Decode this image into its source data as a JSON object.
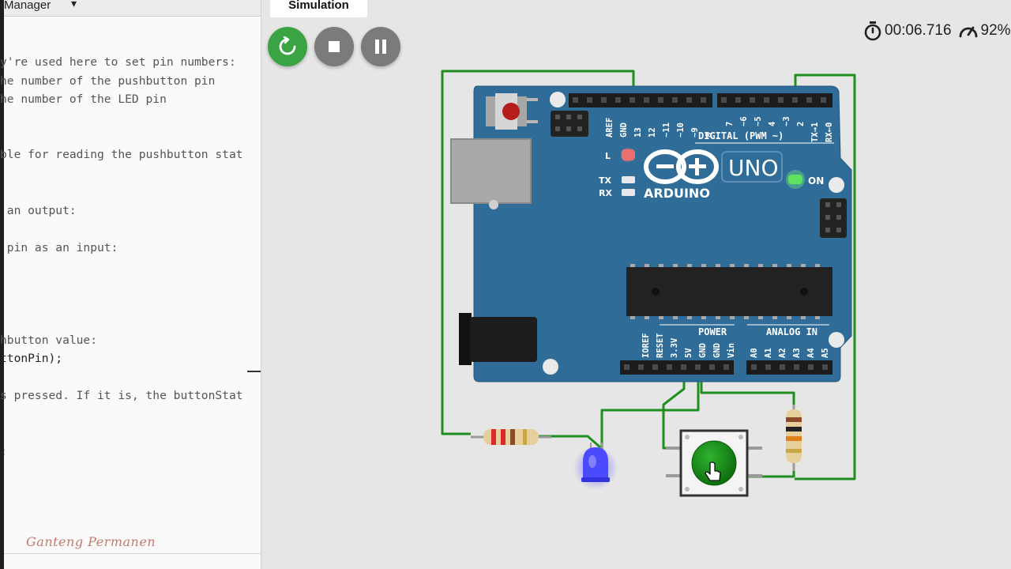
{
  "editor": {
    "tab_label": "Manager",
    "code_lines": [
      "y're used here to set pin numbers:",
      "he number of the pushbutton pin",
      "he number of the LED pin",
      "ble for reading the pushbutton stat",
      " an output:",
      " pin as an input:",
      "hbutton value:",
      "ttonPin);",
      "s pressed. If it is, the buttonStat",
      ";"
    ],
    "watermark": "Ganteng Permanen"
  },
  "simulation": {
    "tab_label": "Simulation",
    "controls": {
      "restart": "restart",
      "stop": "stop",
      "pause": "pause"
    },
    "timer": "00:06.716",
    "speed": "92%",
    "accent_color": "#3aa444"
  },
  "board": {
    "brand": "ARDUINO",
    "model": "UNO",
    "digital_label": "DIGITAL (PWM ~)",
    "power_label": "POWER",
    "analog_label": "ANALOG IN",
    "on_label": "ON",
    "l_label": "L",
    "tx_label": "TX",
    "rx_label": "RX",
    "digital_pins": [
      "AREF",
      "GND",
      "13",
      "12",
      "~11",
      "~10",
      "~9",
      "8",
      "7",
      "~6",
      "~5",
      "4",
      "~3",
      "2",
      "TX→1",
      "RX←0"
    ],
    "power_pins": [
      "IOREF",
      "RESET",
      "3.3V",
      "5V",
      "GND",
      "GND",
      "Vin"
    ],
    "analog_pins": [
      "A0",
      "A1",
      "A2",
      "A3",
      "A4",
      "A5"
    ],
    "board_color": "#2f6d98"
  },
  "components": {
    "led_color": "#3b3bff",
    "button_color": "#1e8a1e",
    "wire_color": "#1f8f1f"
  }
}
